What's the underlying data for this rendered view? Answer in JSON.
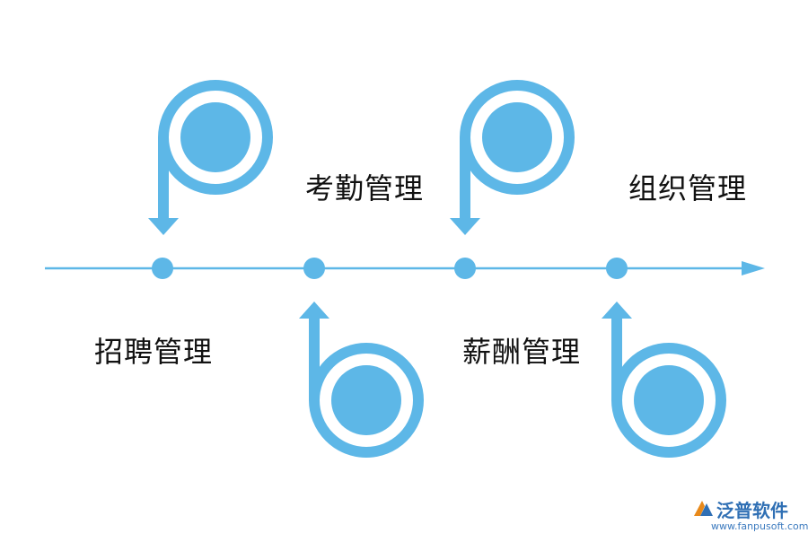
{
  "colors": {
    "accent": "#5db7e7",
    "text": "#111111",
    "brand": "#2f6fb4",
    "brand_orange": "#e8891a"
  },
  "timeline": {
    "direction": "left-to-right",
    "nodes": [
      {
        "label": "招聘管理",
        "connector": "arrow-down-from-top-loop"
      },
      {
        "label": "考勤管理",
        "connector": "arrow-up-from-bottom-loop"
      },
      {
        "label": "薪酬管理",
        "connector": "arrow-down-from-top-loop"
      },
      {
        "label": "组织管理",
        "connector": "arrow-up-from-bottom-loop"
      }
    ]
  },
  "brand": {
    "name": "泛普软件",
    "url": "www.fanpusoft.com",
    "logo_icon": "fanpu-logo-icon"
  }
}
